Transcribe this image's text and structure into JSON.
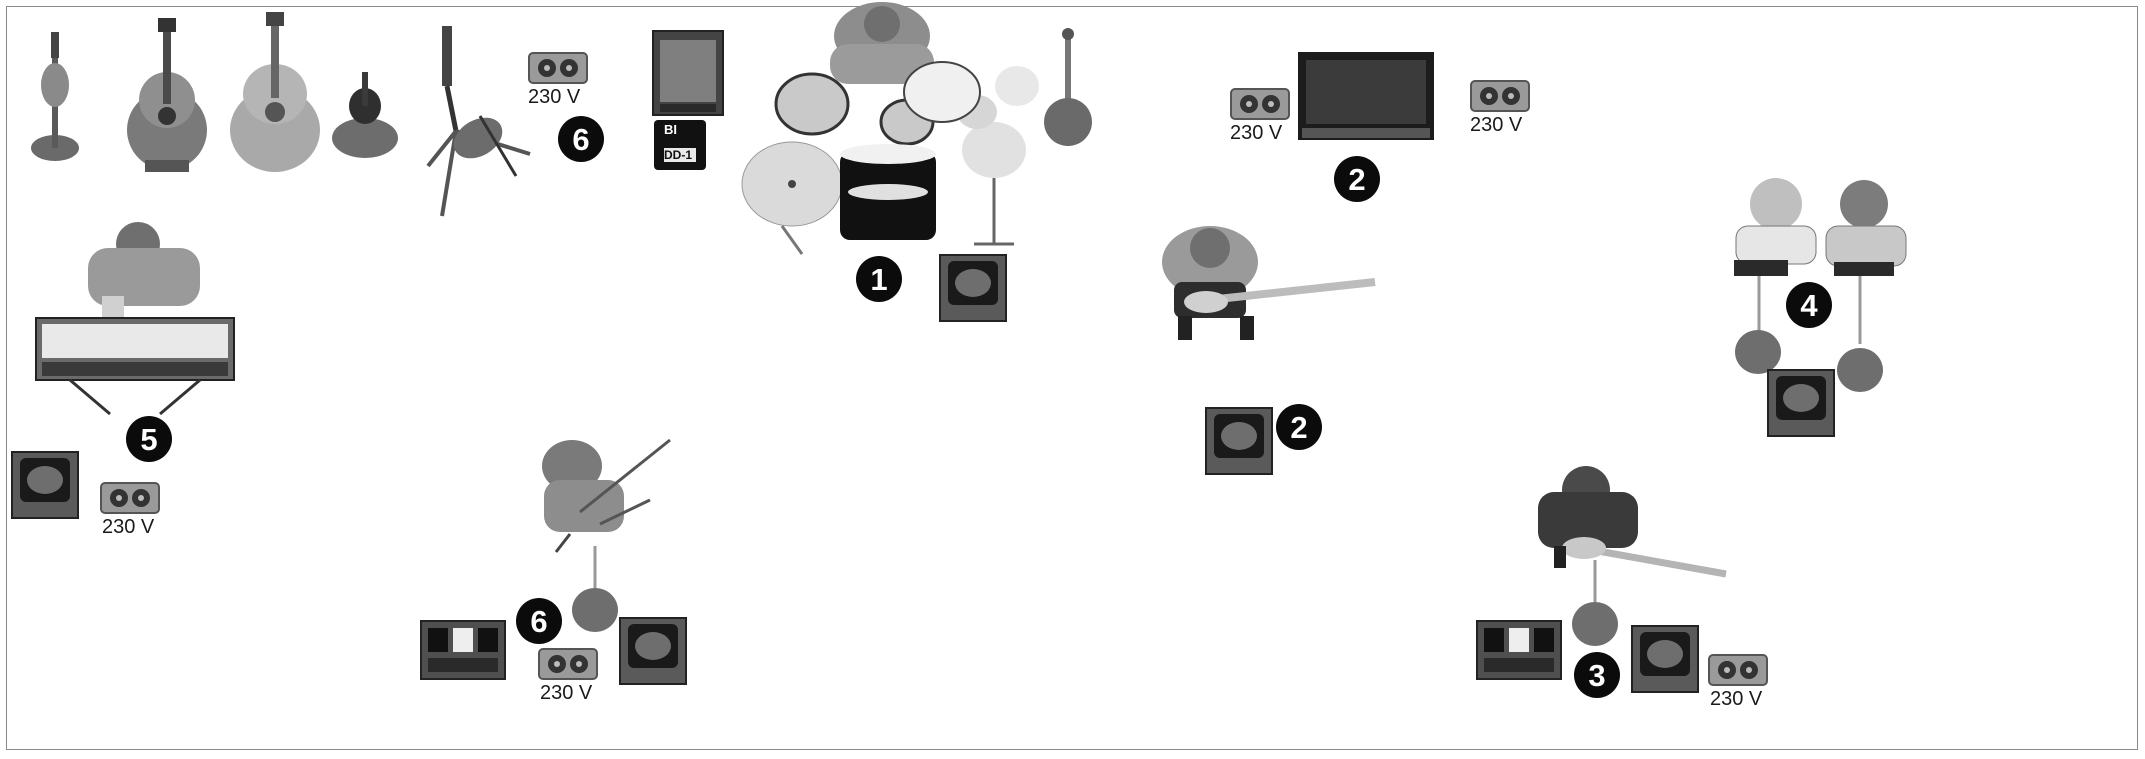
{
  "stage": {
    "background": "#ffffff",
    "border_color": "#8a8a8a"
  },
  "markers": {
    "drums": "1",
    "bass_amp": "2",
    "bass_monitor": "2",
    "guitar": "3",
    "vocals": "4",
    "keys": "5",
    "extra_top": "6",
    "extra_bottom": "6"
  },
  "outlets": {
    "top_left": "230 V",
    "bass_left": "230 V",
    "bass_right": "230 V",
    "keys": "230 V",
    "bottom_center": "230 V",
    "bottom_right": "230 V"
  },
  "pedal": {
    "brand": "BI",
    "model": "DD-1"
  },
  "colors": {
    "equipment_dark": "#2a2a2a",
    "equipment_mid": "#7a7a7a",
    "equipment_light": "#c8c8c8",
    "cymbal": "#d6d6d6",
    "mic_base": "#6f6f6f",
    "skin": "#9a9a9a",
    "badge": "#0b0b0b"
  }
}
